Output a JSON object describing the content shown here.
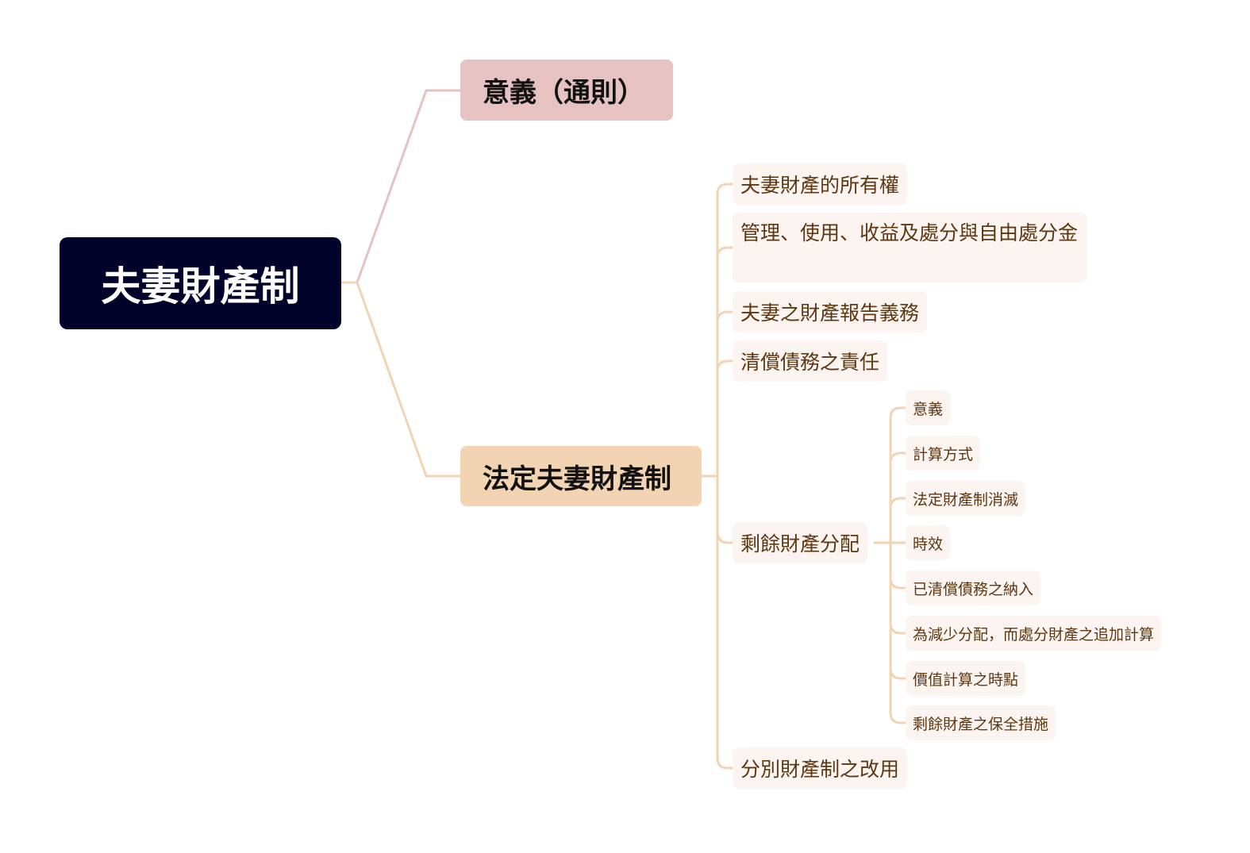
{
  "title": "夫妻財產制",
  "colors": {
    "root_bg": "#02032a",
    "branch1_bg": "#e6c2c2",
    "branch2_bg": "#f2d4b2",
    "sub_bg": "#fcf4f0",
    "sub_text": "#5c3711",
    "line1": "#e6c2c2",
    "line2": "#f2d4b2"
  },
  "root": {
    "label": "夫妻財產制"
  },
  "branches": [
    {
      "label": "意義（通則）"
    },
    {
      "label": "法定夫妻財產制",
      "children": [
        {
          "label": "夫妻財產的所有權"
        },
        {
          "label": "管理、使用、收益及處分與自由處分金"
        },
        {
          "label": "夫妻之財產報告義務"
        },
        {
          "label": "清償債務之責任"
        },
        {
          "label": "剩餘財產分配",
          "children": [
            {
              "label": "意義"
            },
            {
              "label": "計算方式"
            },
            {
              "label": "法定財產制消滅"
            },
            {
              "label": "時效"
            },
            {
              "label": "已清償債務之納入"
            },
            {
              "label": "為減少分配，而處分財產之追加計算"
            },
            {
              "label": "價值計算之時點"
            },
            {
              "label": "剩餘財產之保全措施"
            }
          ]
        },
        {
          "label": "分別財產制之改用"
        }
      ]
    }
  ]
}
